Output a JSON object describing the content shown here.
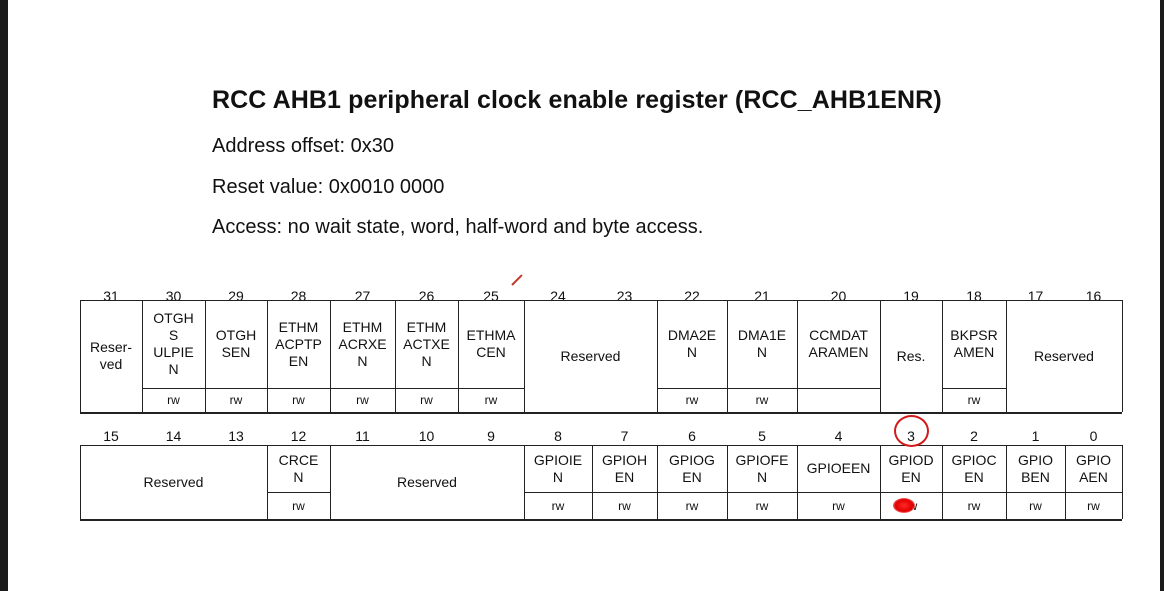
{
  "title": "RCC AHB1 peripheral clock enable register (RCC_AHB1ENR)",
  "address_offset": "Address offset: 0x30",
  "reset_value": "Reset value: 0x0010 0000",
  "access": "Access: no wait state, word, half-word and byte access.",
  "upper_bit_numbers": [
    "31",
    "30",
    "29",
    "28",
    "27",
    "26",
    "25",
    "24",
    "23",
    "22",
    "21",
    "20",
    "19",
    "18",
    "17",
    "16"
  ],
  "lower_bit_numbers": [
    "15",
    "14",
    "13",
    "12",
    "11",
    "10",
    "9",
    "8",
    "7",
    "6",
    "5",
    "4",
    "3",
    "2",
    "1",
    "0"
  ],
  "upper_fields": [
    {
      "name": "Reser-\nved",
      "access": ""
    },
    {
      "name": "OTGH\nS\nULPIE\nN",
      "access": "rw"
    },
    {
      "name": "OTGH\nSEN",
      "access": "rw"
    },
    {
      "name": "ETHM\nACPTP\nEN",
      "access": "rw"
    },
    {
      "name": "ETHM\nACRXE\nN",
      "access": "rw"
    },
    {
      "name": "ETHM\nACTXE\nN",
      "access": "rw"
    },
    {
      "name": "ETHMA\nCEN",
      "access": "rw"
    },
    {
      "name": "Reserved",
      "access": ""
    },
    {
      "name": "DMA2E\nN",
      "access": "rw"
    },
    {
      "name": "DMA1E\nN",
      "access": "rw"
    },
    {
      "name": "CCMDAT\nARAMEN",
      "access": ""
    },
    {
      "name": "Res.",
      "access": ""
    },
    {
      "name": "BKPSR\nAMEN",
      "access": "rw"
    },
    {
      "name": "Reserved",
      "access": ""
    }
  ],
  "lower_fields": [
    {
      "name": "Reserved",
      "access": ""
    },
    {
      "name": "CRCE\nN",
      "access": "rw"
    },
    {
      "name": "Reserved",
      "access": ""
    },
    {
      "name": "GPIOIE\nN",
      "access": "rw"
    },
    {
      "name": "GPIOH\nEN",
      "access": "rw"
    },
    {
      "name": "GPIOG\nEN",
      "access": "rw"
    },
    {
      "name": "GPIOFE\nN",
      "access": "rw"
    },
    {
      "name": "GPIOEEN",
      "access": "rw"
    },
    {
      "name": "GPIOD\nEN",
      "access": "rw"
    },
    {
      "name": "GPIOC\nEN",
      "access": "rw"
    },
    {
      "name": "GPIO\nBEN",
      "access": "rw"
    },
    {
      "name": "GPIO\nAEN",
      "access": "rw"
    }
  ],
  "colors": {
    "annotation": "#d21a1a"
  }
}
